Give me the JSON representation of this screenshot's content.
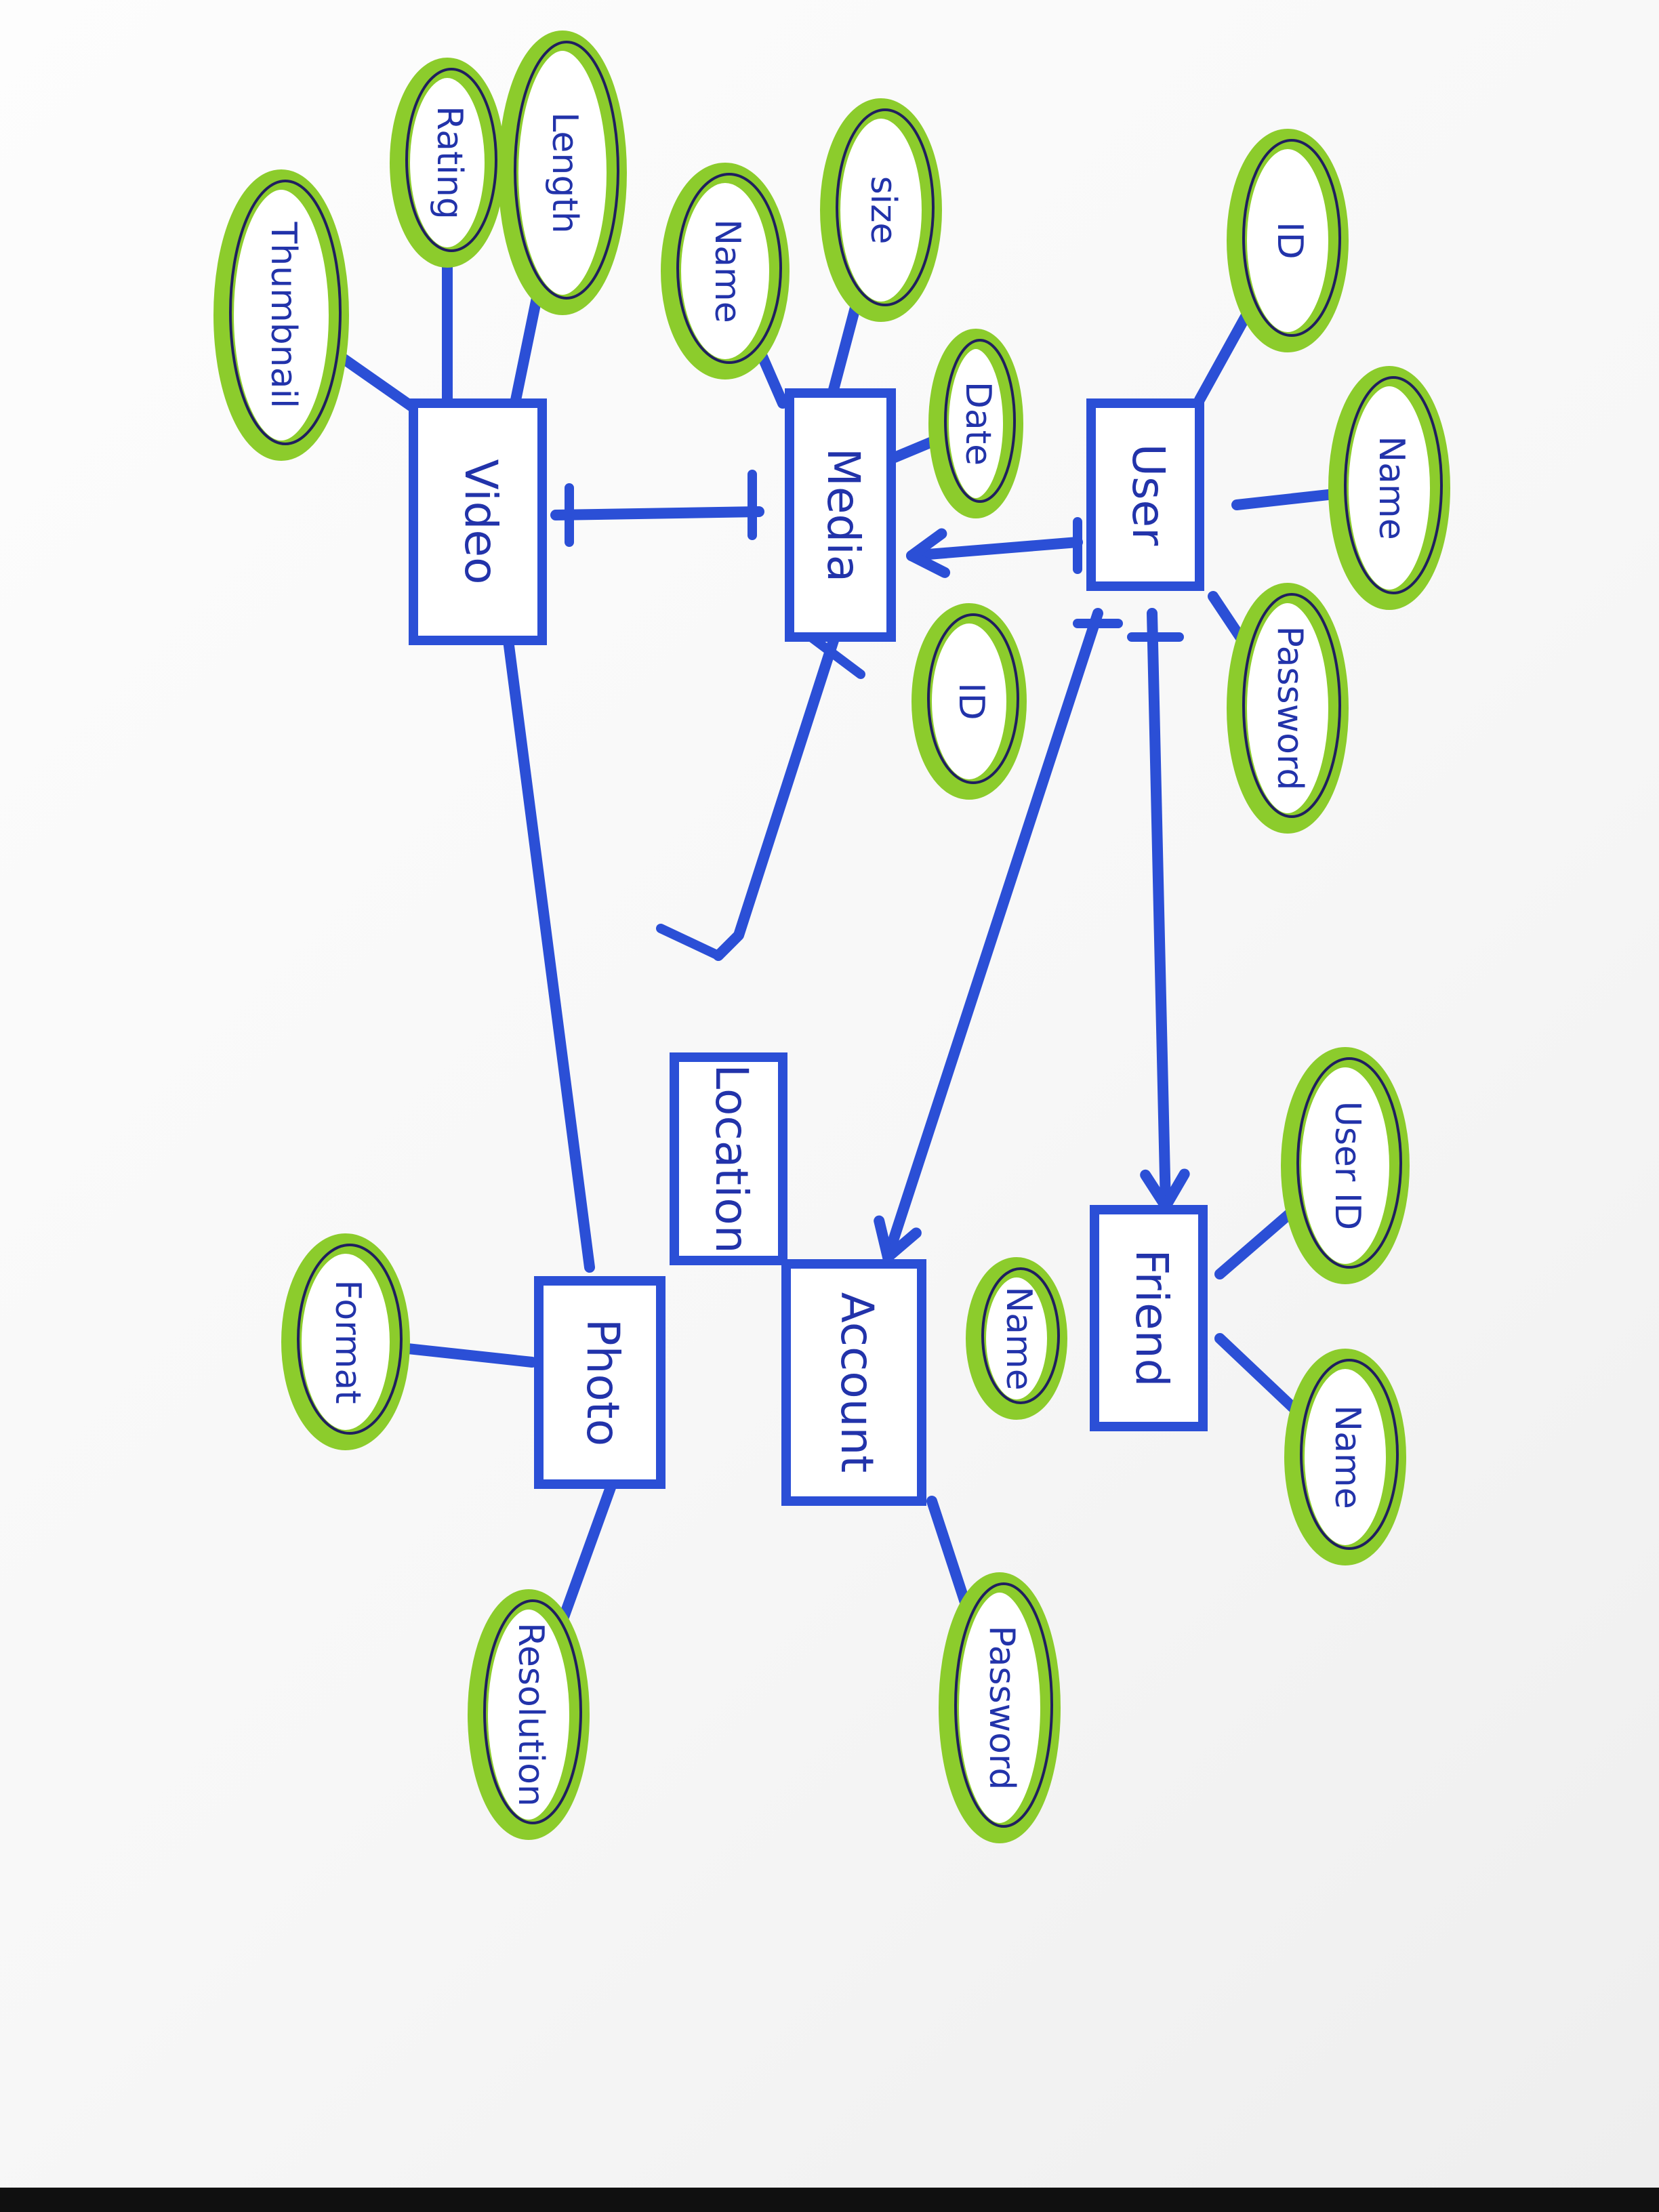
{
  "entities": [
    {
      "id": "video",
      "label": "Video"
    },
    {
      "id": "media",
      "label": "Media"
    },
    {
      "id": "user",
      "label": "User"
    },
    {
      "id": "location",
      "label": "Location"
    },
    {
      "id": "photo",
      "label": "Photo"
    },
    {
      "id": "account",
      "label": "Account"
    },
    {
      "id": "friend",
      "label": "Friend"
    }
  ],
  "attributes": [
    {
      "id": "thumbnail",
      "label": "Thumbnail",
      "entity": "video"
    },
    {
      "id": "rating",
      "label": "Rating",
      "entity": "video"
    },
    {
      "id": "length",
      "label": "Length",
      "entity": "video"
    },
    {
      "id": "media-name",
      "label": "Name",
      "entity": "media"
    },
    {
      "id": "size",
      "label": "size",
      "entity": "media"
    },
    {
      "id": "date",
      "label": "Date",
      "entity": "media"
    },
    {
      "id": "media-id",
      "label": "ID",
      "entity": "media"
    },
    {
      "id": "user-id",
      "label": "ID",
      "entity": "user"
    },
    {
      "id": "user-name",
      "label": "Name",
      "entity": "user"
    },
    {
      "id": "user-password",
      "label": "Password",
      "entity": "user"
    },
    {
      "id": "format",
      "label": "Format",
      "entity": "photo"
    },
    {
      "id": "resolution",
      "label": "Resolution",
      "entity": "photo"
    },
    {
      "id": "account-name",
      "label": "Name",
      "entity": "account"
    },
    {
      "id": "account-password",
      "label": "Password",
      "entity": "account"
    },
    {
      "id": "friend-userid",
      "label": "User ID",
      "entity": "friend"
    },
    {
      "id": "friend-name",
      "label": "Name",
      "entity": "friend"
    }
  ],
  "relationships": [
    {
      "from": "media",
      "to": "video"
    },
    {
      "from": "user",
      "to": "media"
    },
    {
      "from": "media",
      "to": "location"
    },
    {
      "from": "video",
      "to": "photo"
    },
    {
      "from": "user",
      "to": "account"
    },
    {
      "from": "user",
      "to": "friend"
    }
  ],
  "colors": {
    "entity": "#2b4fd6",
    "attribute": "#8ccc2c",
    "text": "#2233aa",
    "paper": "#fdfdfd"
  }
}
